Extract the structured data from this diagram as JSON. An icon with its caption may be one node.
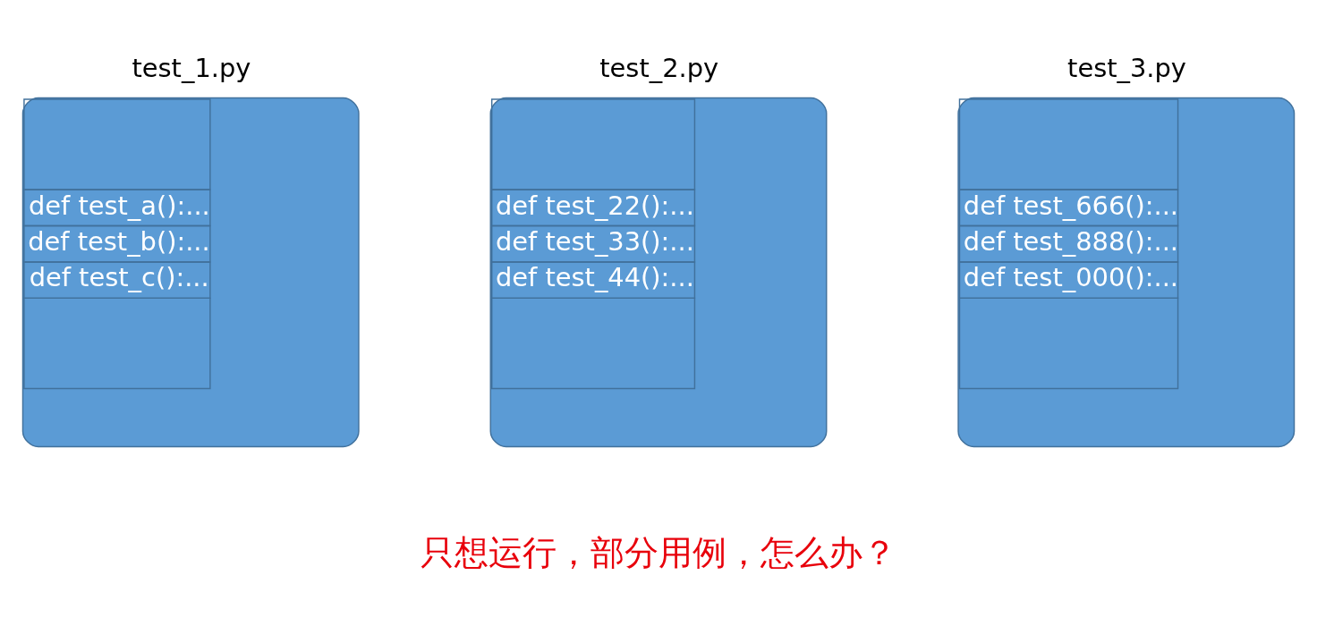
{
  "diagram": {
    "nodes": [
      {
        "text": [
          "test_1.py",
          "def test_a():...",
          "def test_b():...",
          "def test_c():..."
        ]
      },
      {
        "text": [
          "test_2.py",
          "def test_22():...",
          "def test_33():...",
          "def test_44():..."
        ]
      },
      {
        "text": [
          "test_3.py",
          "def test_666():...",
          "def test_888():...",
          "def test_000():..."
        ]
      }
    ],
    "edges": [],
    "labels": [
      "只想运行，部分用例，怎么办？"
    ]
  }
}
